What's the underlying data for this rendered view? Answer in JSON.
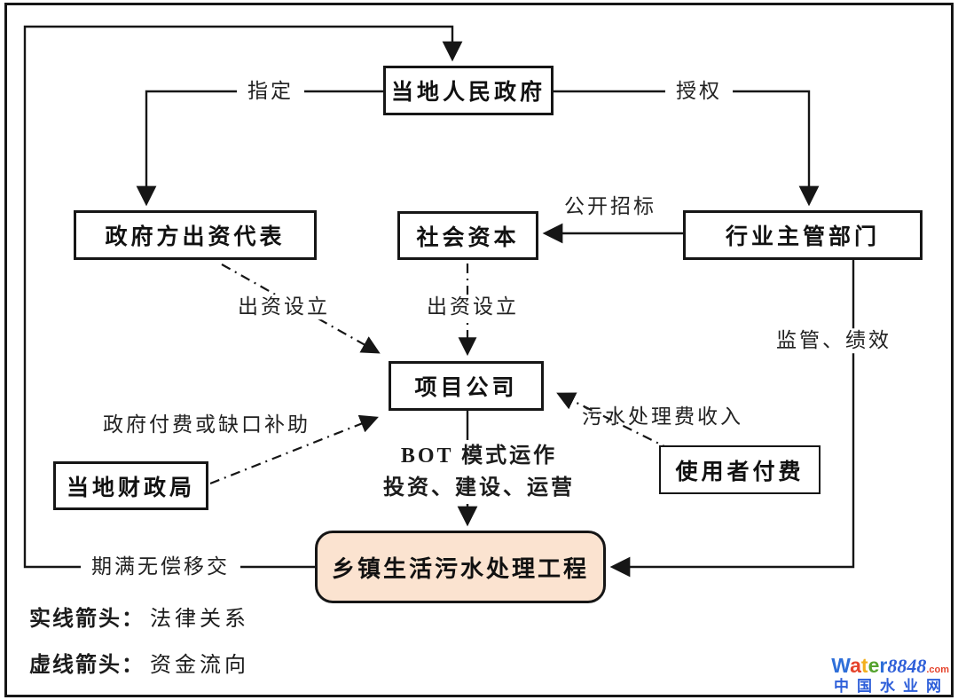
{
  "colors": {
    "line": "#161616",
    "highlight_fill": "#fbe3d0",
    "brand_blue": "#2e5fd9",
    "brand_red": "#e5432c"
  },
  "nodes": {
    "local_government": "当地人民政府",
    "gov_investor_rep": "政府方出资代表",
    "social_capital": "社会资本",
    "industry_authority": "行业主管部门",
    "project_company": "项目公司",
    "local_finance_bureau": "当地财政局",
    "user_pays": "使用者付费",
    "sewage_project": "乡镇生活污水处理工程"
  },
  "edge_labels": {
    "designate": "指定",
    "authorize": "授权",
    "public_bidding": "公开招标",
    "invest_establish_left": "出资设立",
    "invest_establish_right": "出资设立",
    "gov_pay_or_subsidy": "政府付费或缺口补助",
    "sewage_fee_income": "污水处理费收入",
    "supervision_performance": "监管、绩效",
    "transfer_on_expiry": "期满无偿移交",
    "bot_line1": "BOT 模式运作",
    "bot_line2": "投资、建设、运营"
  },
  "legend": {
    "solid_key": "实线箭头：",
    "solid_val": "法律关系",
    "dashed_key": "虚线箭头：",
    "dashed_val": "资金流向"
  },
  "logo": {
    "brand_letters": [
      {
        "ch": "W",
        "color": "#2e6fd9"
      },
      {
        "ch": "a",
        "color": "#e5432c"
      },
      {
        "ch": "t",
        "color": "#f2b01e"
      },
      {
        "ch": "e",
        "color": "#55a32e"
      },
      {
        "ch": "r",
        "color": "#2e6fd9"
      }
    ],
    "brand_number": "8848",
    "brand_tld": ".com",
    "site_name": "中国水业网"
  }
}
